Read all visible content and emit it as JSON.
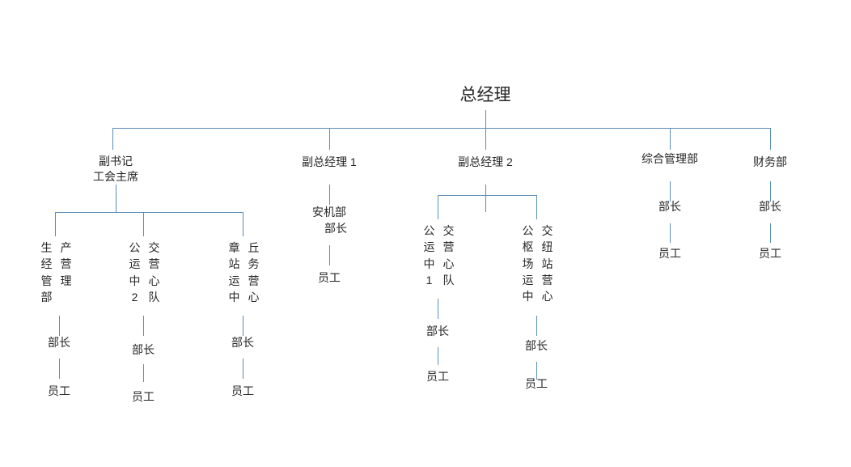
{
  "diagram": {
    "title_node": "总经理",
    "line_color": "#5b8db8",
    "text_color": "#262626",
    "background": "#ffffff"
  },
  "level1": {
    "deputy_secretary": {
      "line1": "副书记",
      "line2": "工会主席"
    },
    "deputy_gm_1": "副总经理 1",
    "deputy_gm_2": "副总经理 2",
    "general_admin": "综合管理部",
    "finance": "财务部"
  },
  "labels": {
    "director": "部长",
    "staff": "员工",
    "safety_dept": "安机部"
  },
  "vertical_units": {
    "production_mgmt": {
      "full": "生产经营管理部",
      "col1": [
        "生",
        "经",
        "管",
        "部"
      ],
      "col2": [
        "产",
        "营",
        "理"
      ]
    },
    "bus_ops_team2": {
      "full": "公交运营中心2队",
      "col1": [
        "公",
        "运",
        "中",
        "2"
      ],
      "col2": [
        "交",
        "营",
        "心",
        "队"
      ]
    },
    "zhangqiu_station": {
      "full": "章丘站务运营中心",
      "col1": [
        "章",
        "站",
        "运",
        "中"
      ],
      "col2": [
        "丘",
        "务",
        "营",
        "心"
      ]
    },
    "bus_ops_team1": {
      "full": "公交运营中心1队",
      "col1": [
        "公",
        "运",
        "中",
        "1"
      ],
      "col2": [
        "交",
        "营",
        "心",
        "队"
      ]
    },
    "bus_hub_station": {
      "full": "公交枢纽场站运营中心",
      "col1": [
        "公",
        "枢",
        "场",
        "运",
        "中"
      ],
      "col2": [
        "交",
        "纽",
        "站",
        "营",
        "心"
      ]
    }
  },
  "chart_data": {
    "type": "tree",
    "root": "总经理",
    "nodes": [
      {
        "name": "副书记 / 工会主席",
        "children": [
          {
            "name": "生产经营管理部",
            "children": [
              {
                "name": "部长",
                "children": [
                  {
                    "name": "员工"
                  }
                ]
              }
            ]
          },
          {
            "name": "公交运营中心2队",
            "children": [
              {
                "name": "部长",
                "children": [
                  {
                    "name": "员工"
                  }
                ]
              }
            ]
          },
          {
            "name": "章丘站务运营中心",
            "children": [
              {
                "name": "部长",
                "children": [
                  {
                    "name": "员工"
                  }
                ]
              }
            ]
          }
        ]
      },
      {
        "name": "副总经理 1",
        "children": [
          {
            "name": "安机部 部长",
            "children": [
              {
                "name": "员工"
              }
            ]
          }
        ]
      },
      {
        "name": "副总经理 2",
        "children": [
          {
            "name": "公交运营中心1队",
            "children": [
              {
                "name": "部长",
                "children": [
                  {
                    "name": "员工"
                  }
                ]
              }
            ]
          },
          {
            "name": "公交枢纽场站运营中心",
            "children": [
              {
                "name": "部长",
                "children": [
                  {
                    "name": "员工"
                  }
                ]
              }
            ]
          }
        ]
      },
      {
        "name": "综合管理部",
        "children": [
          {
            "name": "部长",
            "children": [
              {
                "name": "员工"
              }
            ]
          }
        ]
      },
      {
        "name": "财务部",
        "children": [
          {
            "name": "部长",
            "children": [
              {
                "name": "员工"
              }
            ]
          }
        ]
      }
    ]
  }
}
